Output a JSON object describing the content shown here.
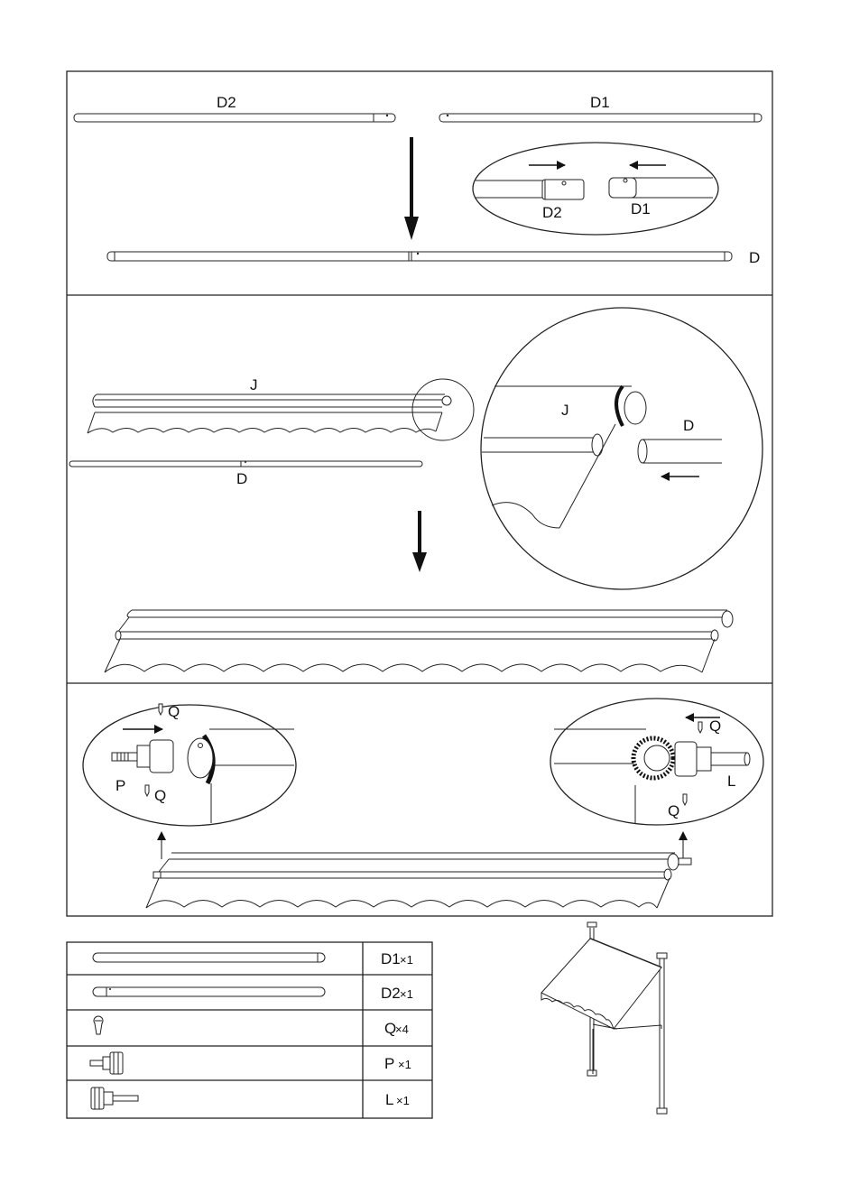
{
  "panel1": {
    "label_d2": "D2",
    "label_d1": "D1",
    "detail_d2": "D2",
    "detail_d1": "D1",
    "label_d": "D"
  },
  "panel2": {
    "label_j": "J",
    "label_d": "D",
    "detail_j": "J",
    "detail_d": "D"
  },
  "panel3": {
    "left_q_top": "Q",
    "left_p": "P",
    "left_q_bottom": "Q",
    "right_q_top": "Q",
    "right_l": "L",
    "right_q_bottom": "Q"
  },
  "parts": [
    {
      "code": "D1",
      "qty": "×1"
    },
    {
      "code": "D2",
      "qty": "×1"
    },
    {
      "code": "Q",
      "qty": "×4"
    },
    {
      "code": "P",
      "qty": "×1"
    },
    {
      "code": "L",
      "qty": "×1"
    }
  ]
}
